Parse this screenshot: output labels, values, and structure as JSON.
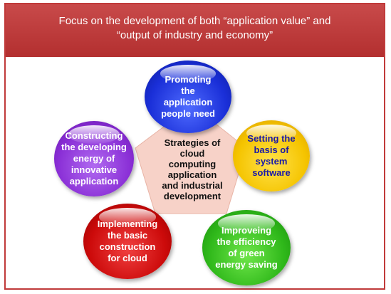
{
  "header": {
    "line1": "Focus on the development of both “application value” and",
    "line2": "“output of industry and economy”"
  },
  "center": {
    "lines": [
      "Strategies of",
      "cloud",
      "computing",
      "application",
      "and industrial",
      "development"
    ]
  },
  "nodes": {
    "top": {
      "lines": [
        "Promoting",
        "the",
        "application",
        "people need"
      ],
      "color": "#1a2fd8"
    },
    "right": {
      "lines": [
        "Setting the",
        "basis of",
        "system",
        "software"
      ],
      "color": "#f5c400"
    },
    "bottom_right": {
      "lines": [
        "Improveing",
        "the efficiency",
        "of green",
        "energy saving"
      ],
      "color": "#2fb81a"
    },
    "bottom_left": {
      "lines": [
        "Implementing",
        "the basic",
        "construction",
        "for cloud"
      ],
      "color": "#cc0a0a"
    },
    "left": {
      "lines": [
        "Constructing",
        "the developing",
        "energy of",
        "innovative",
        "application"
      ],
      "color": "#8a2fd6"
    }
  },
  "colors": {
    "header": "#b32f2f",
    "frame_border": "#c03a3a",
    "pentagon_fill": "#f7d2c8"
  }
}
